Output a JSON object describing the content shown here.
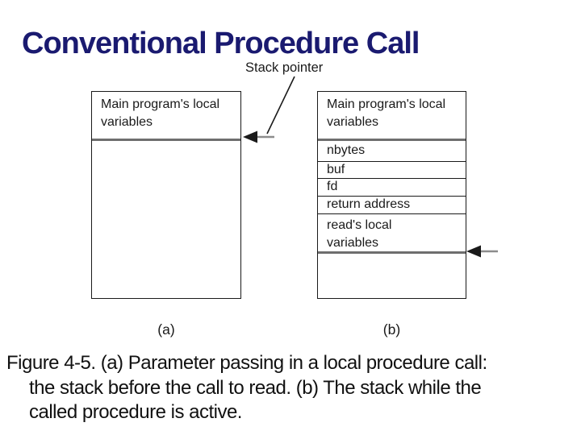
{
  "slide": {
    "title": "Conventional Procedure Call",
    "caption_lines": [
      "Figure 4-5. (a) Parameter passing in a local procedure call:",
      "the stack before the call to read. (b) The stack while the",
      "called procedure is active."
    ]
  },
  "diagram": {
    "stack_pointer_label": "Stack pointer",
    "stack_a": {
      "top_section": "Main program's local variables",
      "sublabel": "(a)"
    },
    "stack_b": {
      "top_section": "Main program's local variables",
      "rows": [
        "nbytes",
        "buf",
        "fd",
        "return address",
        "read's local variables"
      ],
      "sublabel": "(b)"
    },
    "icons": {
      "left_arrow": "stack-pointer-arrow",
      "right_arrow": "stack-pointer-arrow",
      "leader_line": "stack-pointer-leader-line"
    }
  },
  "colors": {
    "background": "#ffffff",
    "title_text": "#1a1a70",
    "diagram_line": "#1a1a1a",
    "divider_gray": "#6e6e6e",
    "arrow_shaft_gray": "#8c8c8c",
    "caption_text": "#111111"
  }
}
